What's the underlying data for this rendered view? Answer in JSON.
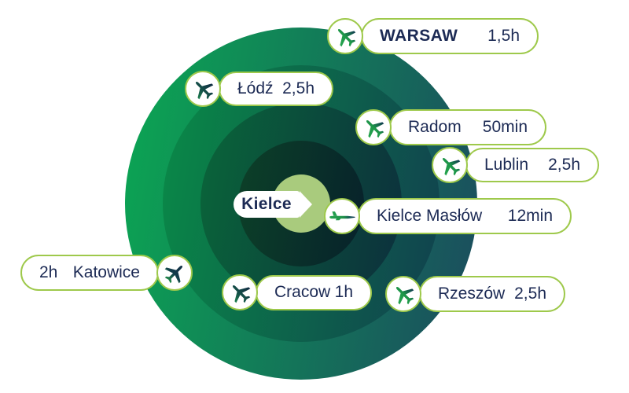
{
  "colors": {
    "pill_border": "#9EC94B",
    "text": "#1C2A54",
    "badge_bg": "#FFFFFF",
    "center_fill": "#A9CB7D",
    "ring1_a": "#0BA853",
    "ring1_b": "#1B4A5E",
    "ring2_a": "#098B47",
    "ring2_b": "#11404F",
    "ring3_a": "#0A663A",
    "ring3_b": "#0C2F3D",
    "ring4_a": "#0C4128",
    "ring4_b": "#07212B"
  },
  "center": {
    "label": "Kielce"
  },
  "destinations": [
    {
      "id": "warsaw",
      "city": "WARSAW",
      "time": "1,5h",
      "icon": "airplane-top-icon",
      "emphasis": true
    },
    {
      "id": "lodz",
      "city": "Łódź",
      "time": "2,5h",
      "icon": "airplane-top-icon"
    },
    {
      "id": "radom",
      "city": "Radom",
      "time": "50min",
      "icon": "airplane-top-icon"
    },
    {
      "id": "lublin",
      "city": "Lublin",
      "time": "2,5h",
      "icon": "airplane-top-icon"
    },
    {
      "id": "kielce-maslow",
      "city": "Kielce Masłów",
      "time": "12min",
      "icon": "airplane-side-icon"
    },
    {
      "id": "katowice",
      "city": "Katowice",
      "time": "2h",
      "icon": "airplane-top-icon",
      "icon_position": "right",
      "time_first": true
    },
    {
      "id": "cracow",
      "city": "Cracow",
      "time": "1h",
      "icon": "airplane-top-icon"
    },
    {
      "id": "rzeszow",
      "city": "Rzeszów",
      "time": "2,5h",
      "icon": "airplane-top-icon"
    }
  ]
}
